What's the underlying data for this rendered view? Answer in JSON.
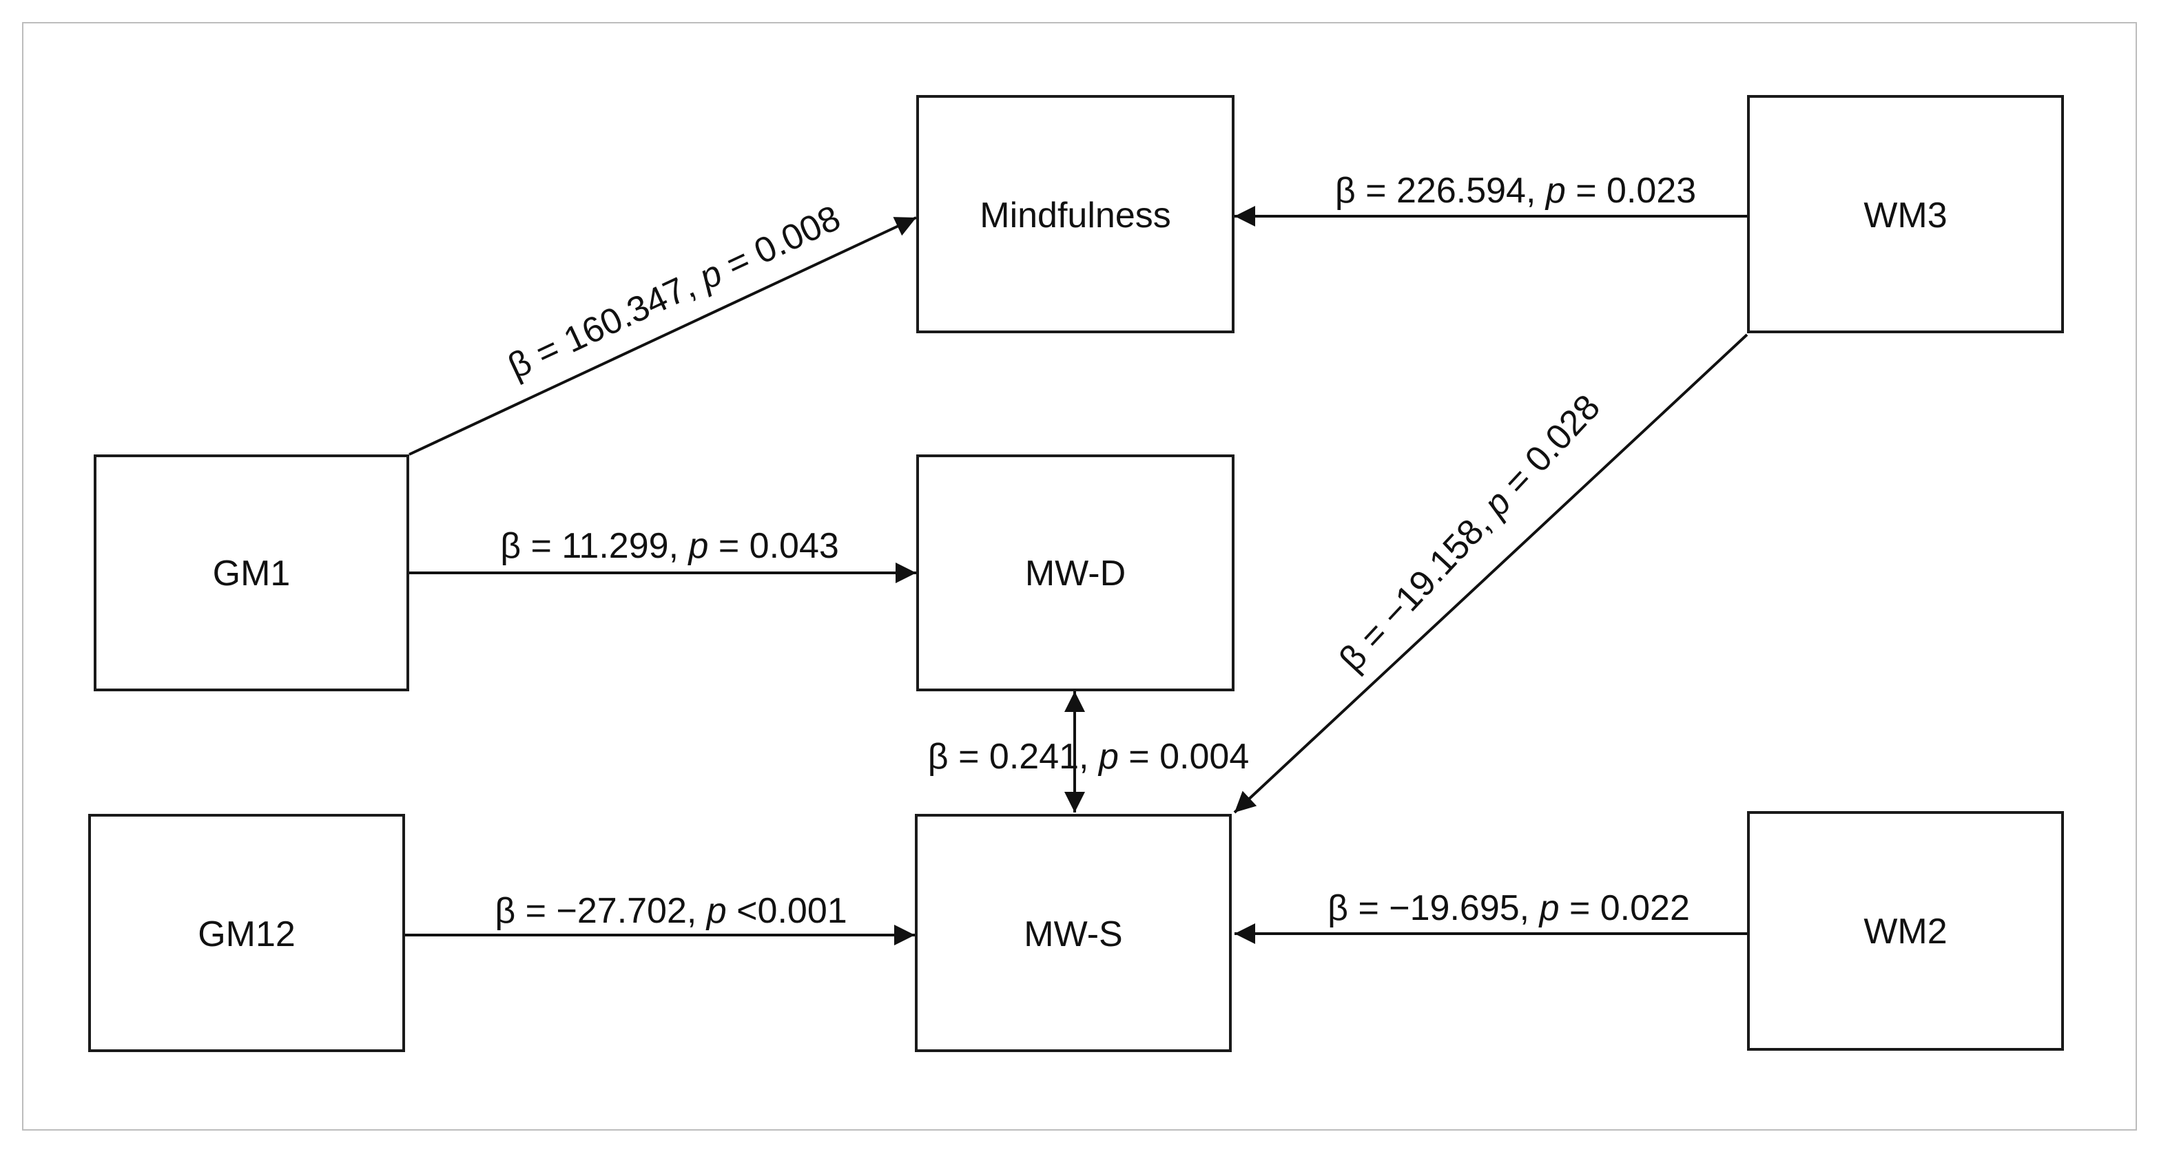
{
  "nodes": {
    "mindfulness": "Mindfulness",
    "wm3": "WM3",
    "gm1": "GM1",
    "mwd": "MW-D",
    "gm12": "GM12",
    "mws": "MW-S",
    "wm2": "WM2"
  },
  "edges": {
    "gm1_mindfulness": {
      "beta": "β = 160.347, ",
      "p_symbol": "p",
      "p_value": " = 0.008"
    },
    "wm3_mindfulness": {
      "beta": "β = 226.594, ",
      "p_symbol": "p",
      "p_value": " = 0.023"
    },
    "gm1_mwd": {
      "beta": "β = 11.299, ",
      "p_symbol": "p",
      "p_value": " = 0.043"
    },
    "wm3_mws": {
      "beta": "β = −19.158, ",
      "p_symbol": "p",
      "p_value": " = 0.028"
    },
    "mwd_mws": {
      "beta": "β = 0.241, ",
      "p_symbol": "p",
      "p_value": " = 0.004"
    },
    "gm12_mws": {
      "beta": "β = −27.702, ",
      "p_symbol": "p",
      "p_value": " <0.001"
    },
    "wm2_mws": {
      "beta": "β = −19.695, ",
      "p_symbol": "p",
      "p_value": " = 0.022"
    }
  }
}
